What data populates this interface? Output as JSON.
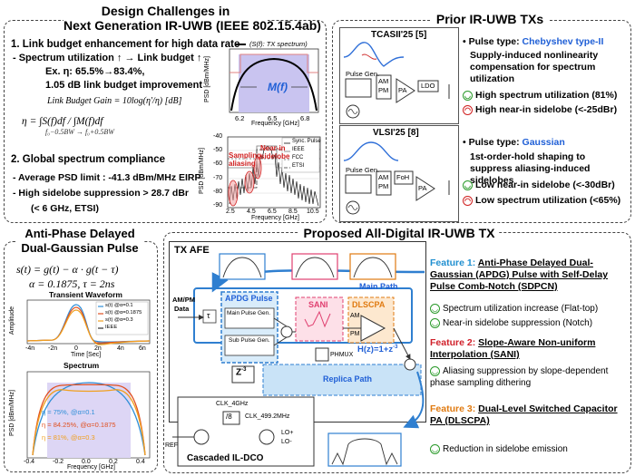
{
  "design": {
    "title1": "Design Challenges in",
    "title2": "Next Generation IR-UWB (IEEE 802.15.4ab)",
    "item1": "1. Link budget enhancement for high data rate",
    "item1a": "- Spectrum utilization ↑ → Link budget ↑",
    "item1b": "Ex. η: 65.5%→83.4%,",
    "item1c": "1.05 dB link budget improvement",
    "eq_gain": "Link Budget Gain = 10log(η'/η) [dB]",
    "eq_eta": "η = ∫S(f)df / ∫M(f)df",
    "item2": "2. Global spectrum compliance",
    "item2a": "- Average PSD limit : -41.3 dBm/MHz EIRP",
    "item2b": "- High sidelobe suppression > 28.7 dBr",
    "item2c": "(< 6 GHz, ETSI)"
  },
  "prior": {
    "title": "Prior IR-UWB TXs",
    "tcas_label": "TCASII'25 [5]",
    "vlsi_label": "VLSI'25 [8]",
    "pulse_gen": "Pulse Gen.",
    "am": "AM",
    "pm": "PM",
    "pa": "PA",
    "ldo": "LDO",
    "foh": "FoH",
    "b1": "Pulse type: ",
    "b1v": "Chebyshev type-II",
    "b2": "Supply-induced nonlinearity compensation for spectrum utilization",
    "b3": "High spectrum utilization (81%)",
    "b4": "High near-in sidelobe (<-25dBr)",
    "b5": "Pulse type: ",
    "b5v": "Gaussian",
    "b6": "1st-order-hold shaping to suppress aliasing-induced sidelobes",
    "b7": "Low near-in sidelobe (<-30dBr)",
    "b8": "Low spectrum utilization (<65%)"
  },
  "apdg": {
    "title1": "Anti-Phase Delayed",
    "title2": "Dual-Gaussian Pulse",
    "eq1": "s(t) = g(t) − α · g(t − τ)",
    "eq2": "α = 0.1875, τ = 2ns",
    "wave_title": "Transient Waveform",
    "spec_title": "Spectrum",
    "leg1": "s(t) @α=0.1",
    "leg2": "s(t) @α=0.1875",
    "leg3": "s(t) @α=0.3",
    "leg4": "IEEE",
    "eta1": "η = 75%, @α=0.1",
    "eta2": "η = 84.25%, @α=0.1875",
    "eta3": "η = 81%, @α=0.3",
    "wave_ylabel": "Amplitude",
    "wave_xlabel": "Time [Sec]",
    "spec_ylabel": "PSD [dBm/MHz]",
    "spec_xlabel": "Frequency [GHz]",
    "wave_xticks": [
      "-4n",
      "-2n",
      "0",
      "2n",
      "4n",
      "6n"
    ],
    "spec_xticks": [
      "-0.4",
      "-0.2",
      "0.0",
      "0.2",
      "0.4"
    ],
    "colors": {
      "a1": "#2f8fd8",
      "a2": "#e05020",
      "a3": "#f0a020",
      "ieee": "#000000"
    }
  },
  "proposed": {
    "title": "Proposed All-Digital IR-UWB TX",
    "tx_afe": "TX AFE",
    "am_pm": "AM/PM",
    "data": "Data",
    "tau": "τ",
    "apdg_pulse": "APDG Pulse",
    "main_gen": "Main Pulse Gen.",
    "sub_gen": "Sub Pulse Gen.",
    "alpha": "α",
    "sani": "SANI",
    "dlscpa": "DLSCPA",
    "main_path": "Main Path",
    "am": "AM",
    "pm": "PM",
    "z3": "Z",
    "z3sup": "-3",
    "replica": "Replica Path",
    "phmux": "PHMUX",
    "hz": "H(z)=1+z",
    "hzsup": "-3",
    "clk4": "CLK_4GHz",
    "clk499": "CLK_499.2MHz",
    "div8": "/8",
    "lo_p": "LO+",
    "lo_m": "LO-",
    "ref": "REF",
    "dco": "Cascaded IL-DCO",
    "f1_label": "Feature 1",
    "f1_text": "Anti-Phase Delayed Dual-Gaussian (APDG) Pulse with Self-Delay Pulse Comb-Notch (SDPCN)",
    "f1_b1": "Spectrum utilization increase (Flat-top)",
    "f1_b2": "Near-in sidelobe suppression (Notch)",
    "f2_label": "Feature 2",
    "f2_text": "Slope-Aware Non-uniform Interpolation (SANI)",
    "f2_b1": "Aliasing suppression by slope-dependent phase sampling dithering",
    "f3_label": "Feature 3",
    "f3_text": "Dual-Level Switched Capacitor PA (DLSCPA)",
    "f3_b1": "Reduction in sidelobe emission"
  },
  "chart_data": [
    {
      "type": "line",
      "title": "(S(f): TX spectrum)",
      "xlabel": "Frequency [GHz]",
      "ylabel": "PSD [dBm/MHz]",
      "xticks": [
        6.2,
        6.5,
        6.8
      ],
      "series": [
        {
          "name": "S(f): TX spectrum"
        },
        {
          "name": "M(f)"
        }
      ]
    },
    {
      "type": "line",
      "xlabel": "Frequency [GHz]",
      "ylabel": "PSD [dBm/MHz]",
      "xticks": [
        2.5,
        4.5,
        6.5,
        8.5,
        10.5
      ],
      "yticks": [
        -40,
        -50,
        -60,
        -70,
        -80,
        -90
      ],
      "ylim": [
        -90,
        -40
      ],
      "legend": [
        "Sync. Pulse",
        "IEEE",
        "FCC",
        "ETSI"
      ],
      "annotations": [
        "Sampling aliasing",
        "Near-in sidelobe"
      ]
    }
  ]
}
